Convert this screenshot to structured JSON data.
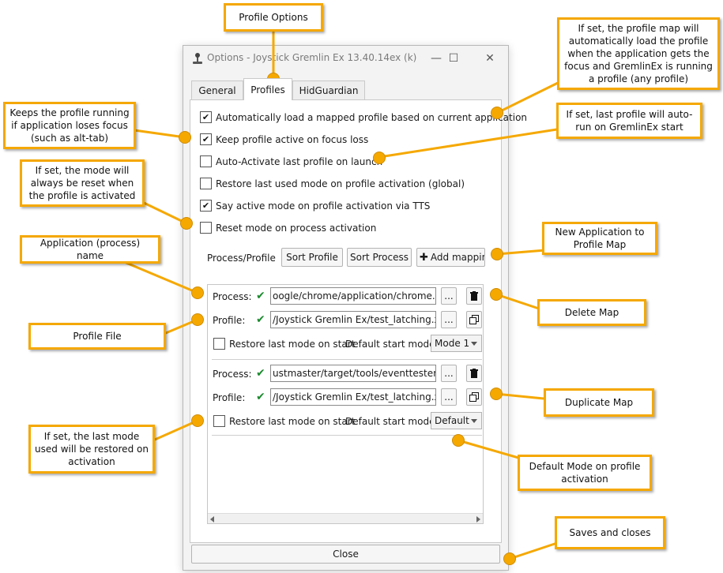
{
  "window": {
    "title": "Options - Joystick Gremlin Ex 13.40.14ex (k)",
    "minimize_glyph": "—",
    "maximize_glyph": "☐",
    "close_glyph": "✕"
  },
  "tabs": [
    {
      "label": "General"
    },
    {
      "label": "Profiles",
      "active": true
    },
    {
      "label": "HidGuardian"
    }
  ],
  "options": [
    {
      "label": "Automatically load a mapped profile based on current application",
      "checked": true
    },
    {
      "label": "Keep profile active on focus loss",
      "checked": true
    },
    {
      "label": "Auto-Activate last profile on launch",
      "checked": false
    },
    {
      "label": "Restore last used mode on profile activation (global)",
      "checked": false
    },
    {
      "label": "Say active mode on profile activation via TTS",
      "checked": true
    },
    {
      "label": "Reset mode on process activation",
      "checked": false
    }
  ],
  "mapping_toolbar": {
    "label": "Process/Profile r",
    "sort_profile": "Sort Profile",
    "sort_process": "Sort Process",
    "add_mapping": "Add mapping",
    "add_glyph": "✚"
  },
  "mappings": [
    {
      "process_label": "Process:",
      "process_value": "oogle/chrome/application/chrome.exe",
      "profile_label": "Profile:",
      "profile_value": "/Joystick Gremlin Ex/test_latching.xml",
      "restore_label": "Restore last mode on start",
      "restore_checked": false,
      "default_mode_label": "Default start mode:",
      "default_mode_value": "Mode 1",
      "browse_glyph": "..."
    },
    {
      "process_label": "Process:",
      "process_value": "ustmaster/target/tools/eventtester.exe",
      "profile_label": "Profile:",
      "profile_value": "/Joystick Gremlin Ex/test_latching.xml",
      "restore_label": "Restore last mode on start",
      "restore_checked": false,
      "default_mode_label": "Default start mode:",
      "default_mode_value": "Default",
      "browse_glyph": "..."
    }
  ],
  "close_button": "Close",
  "callouts": {
    "profile_options": "Profile Options",
    "auto_load": "If set, the profile map will automatically load the profile when the application gets the focus and GremlinEx is running a profile (any profile)",
    "keep_running": "Keeps the profile running if application loses focus (such as alt-tab)",
    "auto_run": "If set, last profile will auto-run on GremlinEx start",
    "reset_mode": "If set, the mode will always be reset when the profile is activated",
    "new_application": "New Application to Profile Map",
    "app_name": "Application (process) name",
    "delete_map": "Delete Map",
    "profile_file": "Profile File",
    "duplicate_map": "Duplicate Map",
    "restore_mode": "If set, the last mode used will be restored on activation",
    "default_mode": "Default Mode on profile activation",
    "saves_closes": "Saves and closes"
  },
  "colors": {
    "callout_border": "#f5a800",
    "check_green": "#1c8a2e"
  }
}
